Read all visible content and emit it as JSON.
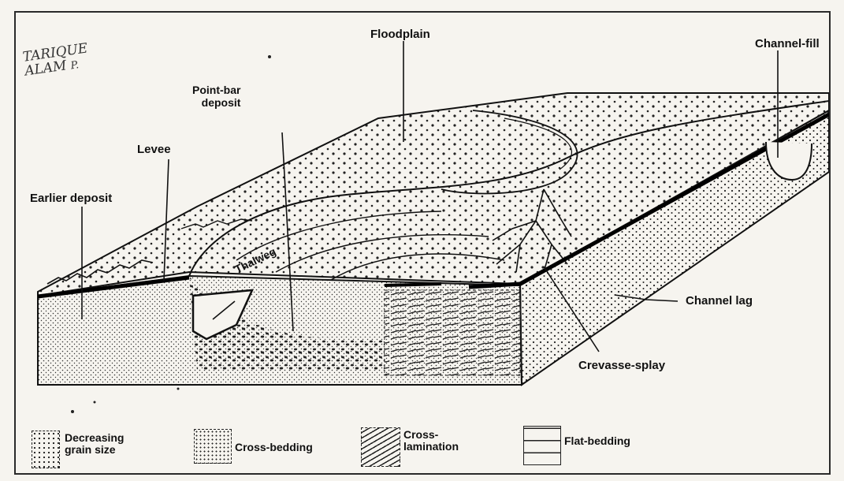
{
  "handwriting": {
    "line1": "TARIQUE",
    "line2": "ALAM",
    "suffix": "P."
  },
  "labels": {
    "floodplain": "Floodplain",
    "channel_fill": "Channel-fill",
    "point_bar": "Point-bar\ndeposit",
    "levee": "Levee",
    "earlier_deposit": "Earlier deposit",
    "thalweg": "Thalweg",
    "channel_lag": "Channel lag",
    "crevasse_splay": "Crevasse-splay"
  },
  "legend": [
    {
      "label": "Decreasing\ngrain size",
      "icon": "decreasing-grain-size-swatch"
    },
    {
      "label": "Cross-bedding",
      "icon": "cross-bedding-swatch"
    },
    {
      "label": "Cross-\nlamination",
      "icon": "cross-lamination-swatch"
    },
    {
      "label": "Flat-bedding",
      "icon": "flat-bedding-swatch"
    }
  ],
  "colors": {
    "ink": "#111111",
    "paper": "#f6f4ef"
  }
}
